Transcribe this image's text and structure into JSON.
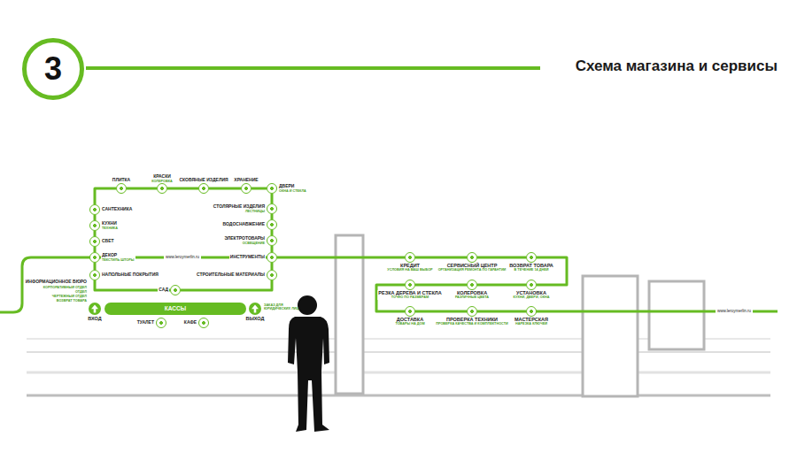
{
  "diagram": {
    "title": "Схема магазина и сервисы",
    "nodes": [
      {
        "text": [
          "3"
        ]
      },
      {
        "text": [
          "ПЛИТКА"
        ]
      },
      {
        "text": [
          "КРАСКИ",
          "КОЛЕРОВКА"
        ]
      },
      {
        "text": [
          "СКОБЯНЫЕ ИЗДЕЛИЯ"
        ]
      },
      {
        "text": [
          "ХРАНЕНИЕ"
        ]
      },
      {
        "text": [
          "ДВЕРИ",
          "ОКНА И СТЕКЛА"
        ]
      },
      {
        "text": [
          "СТОЛЯРНЫЕ ИЗДЕЛИЯ",
          "ЛЕСТНИЦЫ"
        ]
      },
      {
        "text": [
          "ВОДОСНАБЖЕНИЕ"
        ]
      },
      {
        "text": [
          "ЭЛЕКТРОТОВАРЫ",
          "ОСВЕЩЕНИЕ"
        ]
      },
      {
        "text": [
          "ИНСТРУМЕНТЫ"
        ]
      },
      {
        "text": [
          "СТРОИТЕЛЬНЫЕ МАТЕРИАЛЫ"
        ]
      },
      {
        "text": [
          "САД"
        ]
      },
      {
        "text": [
          "НАПОЛЬНЫЕ ПОКРЫТИЯ"
        ]
      },
      {
        "text": [
          "ДЕКОР",
          "ТЕКСТИЛЬ ШТОРЫ"
        ]
      },
      {
        "text": [
          "СВЕТ"
        ]
      },
      {
        "text": [
          "КУХНИ",
          "ТЕХНИКА"
        ]
      },
      {
        "text": [
          "САНТЕХНИКА"
        ]
      },
      {
        "text": [
          "ВХОД"
        ]
      },
      {
        "text": [
          "КАССЫ"
        ]
      },
      {
        "text": [
          "ВЫХОД"
        ]
      },
      {
        "text": [
          "ТУАЛЕТ"
        ]
      },
      {
        "text": [
          "КАФЕ"
        ]
      },
      {
        "text": [
          "КРЕДИТ",
          "УСЛОВИЯ НА ВАШ ВЫБОР"
        ]
      },
      {
        "text": [
          "СЕРВИСНЫЙ ЦЕНТР",
          "ОРГАНИЗАЦИЯ РЕМОНТА ПО ГАРАНТИИ"
        ]
      },
      {
        "text": [
          "ВОЗВРАТ ТОВАРА",
          "В ТЕЧЕНИЕ 14 ДНЕЙ"
        ]
      },
      {
        "text": [
          "РЕЗКА ДЕРЕВА И СТЕКЛА",
          "ТОЧНО ПО РАЗМЕРАМ"
        ]
      },
      {
        "text": [
          "КОЛЕРОВКА",
          "РАЗЛИЧНЫЕ ЦВЕТА"
        ]
      },
      {
        "text": [
          "УСТАНОВКА",
          "КУХНИ, ДВЕРИ, ОКНА"
        ]
      },
      {
        "text": [
          "ДОСТАВКА",
          "ТОВАРЫ НА ДОМ"
        ]
      },
      {
        "text": [
          "ПРОВЕРКА ТЕХНИКИ",
          "ПРОВЕРКА КАЧЕСТВА И КОМПЛЕКТНОСТИ"
        ]
      },
      {
        "text": [
          "МАСТЕРСКАЯ",
          "НАРЕЗКА КЛЮЧЕЙ"
        ]
      }
    ],
    "edges": [
      {
        "from": 1,
        "to": 2,
        "arrow": "none"
      },
      {
        "from": 2,
        "to": 3,
        "arrow": "none"
      },
      {
        "from": 3,
        "to": 4,
        "arrow": "none"
      },
      {
        "from": 4,
        "to": 5,
        "arrow": "none"
      },
      {
        "from": 5,
        "to": 6,
        "arrow": "none"
      },
      {
        "from": 6,
        "to": 7,
        "arrow": "none"
      },
      {
        "from": 7,
        "to": 8,
        "arrow": "none"
      },
      {
        "from": 8,
        "to": 9,
        "arrow": "none"
      },
      {
        "from": 9,
        "to": 10,
        "arrow": "none"
      },
      {
        "from": 10,
        "to": 11,
        "arrow": "none"
      },
      {
        "from": 11,
        "to": 12,
        "arrow": "none"
      },
      {
        "from": 12,
        "to": 13,
        "arrow": "none"
      },
      {
        "from": 13,
        "to": 14,
        "arrow": "none"
      },
      {
        "from": 14,
        "to": 15,
        "arrow": "none"
      },
      {
        "from": 15,
        "to": 16,
        "arrow": "none"
      },
      {
        "from": 16,
        "to": 1,
        "arrow": "none"
      },
      {
        "from": 9,
        "to": 22,
        "arrow": "none"
      },
      {
        "from": 22,
        "to": 23,
        "arrow": "none"
      },
      {
        "from": 23,
        "to": 24,
        "arrow": "none"
      },
      {
        "from": 24,
        "to": 27,
        "arrow": "none"
      },
      {
        "from": 27,
        "to": 26,
        "arrow": "none"
      },
      {
        "from": 26,
        "to": 25,
        "arrow": "none"
      },
      {
        "from": 25,
        "to": 28,
        "arrow": "none"
      },
      {
        "from": 28,
        "to": 29,
        "arrow": "none"
      },
      {
        "from": 29,
        "to": 30,
        "arrow": "none"
      }
    ],
    "labels": [
      "www.leroymerlin.ru",
      "ИНФОРМАЦИОННОЕ БЮРО",
      "КОРПОРАТИВНЫЙ ОТДЕЛ",
      "ОТДЕЛ",
      "ЧЕРТЕЖНЫЙ ОТДЕЛ",
      "ВОЗВРАТ ТОВАРА",
      "ЗАКАЗ ДЛЯ ЮРИДИЧЕСКИХ ЛИЦ",
      "www.leroymerlin.ru"
    ]
  }
}
